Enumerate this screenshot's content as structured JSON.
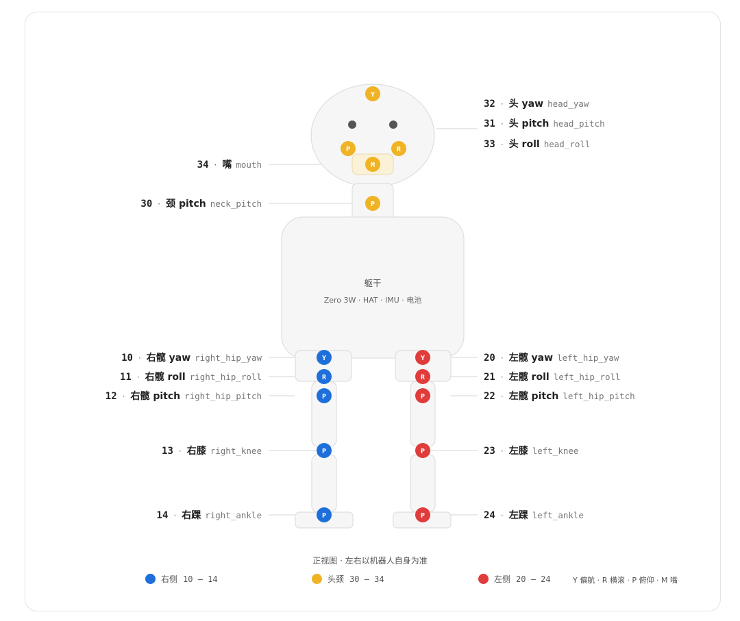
{
  "torso": {
    "title": "躯干",
    "subtitle": "Zero 3W · HAT · IMU · 电池"
  },
  "colors": {
    "right": "#1e6fd9",
    "head": "#f0b323",
    "left": "#e03c3c"
  },
  "labels": {
    "head_yaw": {
      "num": "32",
      "cn": "头 yaw",
      "code": "head_yaw"
    },
    "head_pitch": {
      "num": "31",
      "cn": "头 pitch",
      "code": "head_pitch"
    },
    "head_roll": {
      "num": "33",
      "cn": "头 roll",
      "code": "head_roll"
    },
    "mouth": {
      "num": "34",
      "cn": "嘴",
      "code": "mouth"
    },
    "neck_pitch": {
      "num": "30",
      "cn": "颈 pitch",
      "code": "neck_pitch"
    },
    "right_hip_yaw": {
      "num": "10",
      "cn": "右髋 yaw",
      "code": "right_hip_yaw"
    },
    "right_hip_roll": {
      "num": "11",
      "cn": "右髋 roll",
      "code": "right_hip_roll"
    },
    "right_hip_pitch": {
      "num": "12",
      "cn": "右髋 pitch",
      "code": "right_hip_pitch"
    },
    "right_knee": {
      "num": "13",
      "cn": "右膝",
      "code": "right_knee"
    },
    "right_ankle": {
      "num": "14",
      "cn": "右踝",
      "code": "right_ankle"
    },
    "left_hip_yaw": {
      "num": "20",
      "cn": "左髋 yaw",
      "code": "left_hip_yaw"
    },
    "left_hip_roll": {
      "num": "21",
      "cn": "左髋 roll",
      "code": "left_hip_roll"
    },
    "left_hip_pitch": {
      "num": "22",
      "cn": "左髋 pitch",
      "code": "left_hip_pitch"
    },
    "left_knee": {
      "num": "23",
      "cn": "左膝",
      "code": "left_knee"
    },
    "left_ankle": {
      "num": "24",
      "cn": "左踝",
      "code": "left_ankle"
    }
  },
  "joints": {
    "head_y": "Y",
    "head_p": "P",
    "head_r": "R",
    "mouth": "M",
    "neck": "P",
    "r_hip_y": "Y",
    "r_hip_r": "R",
    "r_hip_p": "P",
    "r_knee": "P",
    "r_ankle": "P",
    "l_hip_y": "Y",
    "l_hip_r": "R",
    "l_hip_p": "P",
    "l_knee": "P",
    "l_ankle": "P"
  },
  "footer": {
    "caption": "正视图 · 左右以机器人自身为准",
    "legend": [
      {
        "name": "右侧",
        "range": "10 – 14",
        "color": "#1e6fd9"
      },
      {
        "name": "头颈",
        "range": "30 – 34",
        "color": "#f0b323"
      },
      {
        "name": "左侧",
        "range": "20 – 24",
        "color": "#e03c3c"
      }
    ],
    "abbreviations": "Y 偏航 · R 横滚 · P 俯仰 · M 嘴"
  }
}
